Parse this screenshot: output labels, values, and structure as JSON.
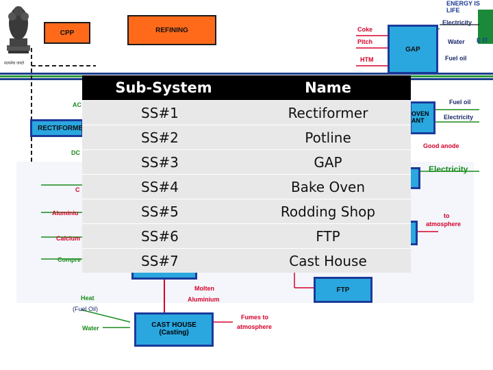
{
  "header": {
    "emblem_caption": "सत्यमेव जयते",
    "brand_slogan": "ENERGY IS LIFE",
    "brand_suffix": "E IT"
  },
  "diagram": {
    "boxes": {
      "cpp": "CPP",
      "refining": "REFINING",
      "gap": "GAP",
      "rectiformer_partial": "RECTIFORME",
      "bake_oven_partial_1": "OVEN",
      "bake_oven_partial_2": "ANT",
      "ftp": "FTP",
      "cast_house": "CAST HOUSE",
      "cast_house_sub": "(Casting)"
    },
    "labels": {
      "coke": "Coke",
      "pitch": "Pitch",
      "htm": "HTM",
      "electricity_gap": "Electricity",
      "water_gap": "Water",
      "fuel_oil_gap": "Fuel oil",
      "fuel_oil_oven": "Fuel oil",
      "electricity_oven": "Electricity",
      "good_anode": "Good anode",
      "electricity_big": "Electricity",
      "to_atmosphere_1": "to",
      "to_atmosphere_2": "atmosphere",
      "ac_partial": "AC",
      "dc_partial": "DC",
      "c_partial": "C",
      "aluminium_partial": "Aluminiu",
      "calcium_partial": "Calcium",
      "compr_partial": "Compre",
      "molten_1": "Molten",
      "molten_2": "Aluminium",
      "heat_1": "Heat",
      "heat_2": "(Fuel Oil)",
      "water_cast": "Water",
      "fumes_1": "Fumes to",
      "fumes_2": "atmosphere"
    }
  },
  "table": {
    "headers": [
      "Sub-System",
      "Name"
    ],
    "rows": [
      {
        "id": "SS#1",
        "name": "Rectiformer"
      },
      {
        "id": "SS#2",
        "name": "Potline"
      },
      {
        "id": "SS#3",
        "name": "GAP"
      },
      {
        "id": "SS#4",
        "name": "Bake Oven"
      },
      {
        "id": "SS#5",
        "name": "Rodding Shop"
      },
      {
        "id": "SS#6",
        "name": "FTP"
      },
      {
        "id": "SS#7",
        "name": "Cast House"
      }
    ]
  }
}
